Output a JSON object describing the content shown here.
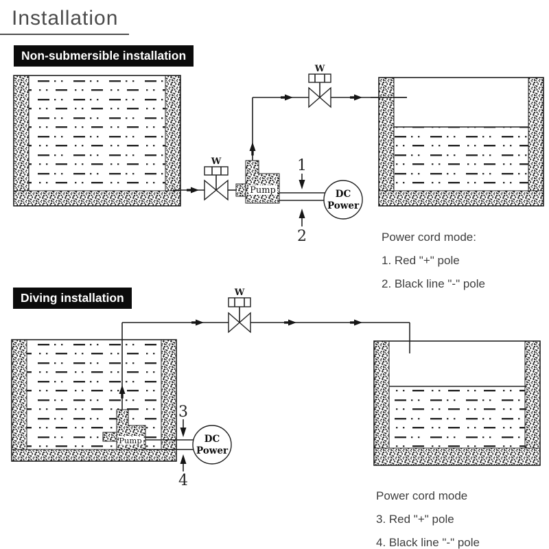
{
  "page": {
    "title": "Installation"
  },
  "colors": {
    "ink": "#1f1f1f",
    "label_bg": "#0b0b0b",
    "label_text": "#ffffff",
    "title_text": "#4a4a4a",
    "note_text": "#3d3d3d"
  },
  "sections": [
    {
      "label": "Non-submersible installation",
      "valve_labels": [
        "W",
        "W"
      ],
      "pump_label": "Pump",
      "power_source": [
        "DC",
        "Power"
      ],
      "wire_markers": [
        "1",
        "2"
      ],
      "notes": {
        "heading": "Power cord mode:",
        "items": [
          "1. Red \"+\" pole",
          "2. Black line \"-\" pole"
        ]
      }
    },
    {
      "label": "Diving installation",
      "valve_labels": [
        "W"
      ],
      "pump_label": "Pump",
      "power_source": [
        "DC",
        "Power"
      ],
      "wire_markers": [
        "3",
        "4"
      ],
      "notes": {
        "heading": "Power cord mode",
        "items": [
          "3. Red \"+\" pole",
          "4. Black line \"-\" pole"
        ]
      }
    }
  ]
}
